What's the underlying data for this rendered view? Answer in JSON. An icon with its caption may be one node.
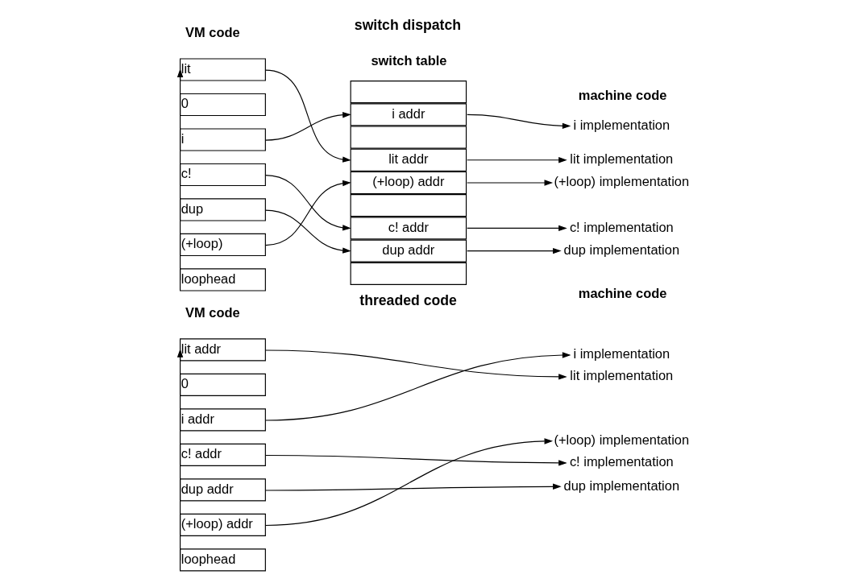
{
  "diagram": {
    "nodes": [
      {
        "text": [
          "lit"
        ]
      },
      {
        "text": [
          "0"
        ]
      },
      {
        "text": [
          "i"
        ]
      },
      {
        "text": [
          "c!"
        ]
      },
      {
        "text": [
          "dup"
        ]
      },
      {
        "text": [
          "(+loop)"
        ]
      },
      {
        "text": [
          "loophead"
        ]
      },
      {
        "text": [],
        "shape": "box"
      },
      {
        "text": [
          "i addr"
        ]
      },
      {
        "text": [],
        "shape": "box"
      },
      {
        "text": [
          "lit addr"
        ]
      },
      {
        "text": [
          "(+loop) addr"
        ]
      },
      {
        "text": [],
        "shape": "box"
      },
      {
        "text": [
          "c! addr"
        ]
      },
      {
        "text": [
          "dup addr"
        ]
      },
      {
        "text": [],
        "shape": "box"
      },
      {
        "text": [
          "i implementation"
        ]
      },
      {
        "text": [
          "lit implementation"
        ]
      },
      {
        "text": [
          "(+loop) implementation"
        ]
      },
      {
        "text": [
          "c! implementation"
        ]
      },
      {
        "text": [
          "dup implementation"
        ]
      },
      {
        "text": [
          "lit addr"
        ]
      },
      {
        "text": [
          "0"
        ]
      },
      {
        "text": [
          "i addr"
        ]
      },
      {
        "text": [
          "c! addr"
        ]
      },
      {
        "text": [
          "dup addr"
        ]
      },
      {
        "text": [
          "(+loop) addr"
        ]
      },
      {
        "text": [
          "loophead"
        ]
      },
      {
        "text": [
          "i implementation"
        ]
      },
      {
        "text": [
          "lit implementation"
        ]
      },
      {
        "text": [
          "(+loop) implementation"
        ]
      },
      {
        "text": [
          "c! implementation"
        ]
      },
      {
        "text": [
          "dup implementation"
        ]
      }
    ],
    "edges": [
      {
        "from": 0,
        "to": 10,
        "arrow": "to"
      },
      {
        "from": 2,
        "to": 8,
        "arrow": "to"
      },
      {
        "from": 3,
        "to": 13,
        "arrow": "to"
      },
      {
        "from": 4,
        "to": 14,
        "arrow": "to"
      },
      {
        "from": 5,
        "to": 11,
        "arrow": "to"
      },
      {
        "from": 6,
        "to": 0,
        "arrow": "to"
      },
      {
        "from": 8,
        "to": 16,
        "arrow": "to"
      },
      {
        "from": 10,
        "to": 17,
        "arrow": "to"
      },
      {
        "from": 11,
        "to": 18,
        "arrow": "to"
      },
      {
        "from": 13,
        "to": 19,
        "arrow": "to"
      },
      {
        "from": 14,
        "to": 20,
        "arrow": "to"
      },
      {
        "from": 21,
        "to": 29,
        "arrow": "to"
      },
      {
        "from": 23,
        "to": 28,
        "arrow": "to"
      },
      {
        "from": 24,
        "to": 31,
        "arrow": "to"
      },
      {
        "from": 25,
        "to": 32,
        "arrow": "to"
      },
      {
        "from": 26,
        "to": 30,
        "arrow": "to"
      },
      {
        "from": 27,
        "to": 21,
        "arrow": "to"
      }
    ],
    "labels": [
      "switch dispatch",
      "VM code",
      "switch table",
      "machine code",
      "threaded code",
      "VM code",
      "machine code"
    ]
  }
}
